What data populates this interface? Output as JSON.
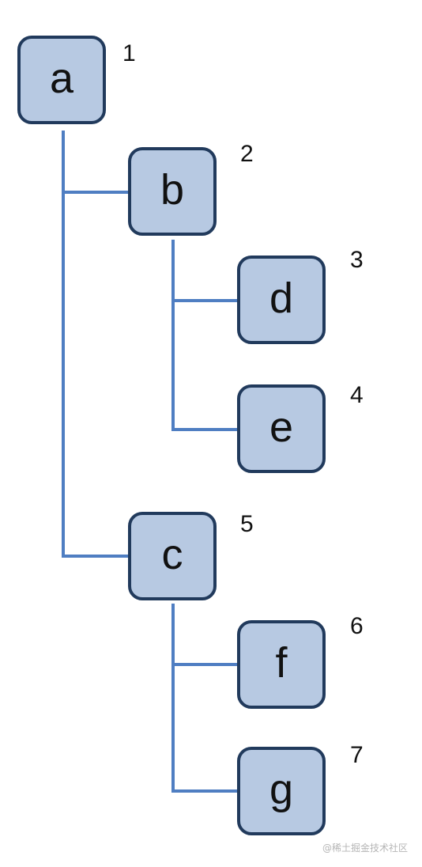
{
  "diagram": {
    "nodes": [
      {
        "id": "a",
        "label": "a",
        "order": "1"
      },
      {
        "id": "b",
        "label": "b",
        "order": "2"
      },
      {
        "id": "d",
        "label": "d",
        "order": "3"
      },
      {
        "id": "e",
        "label": "e",
        "order": "4"
      },
      {
        "id": "c",
        "label": "c",
        "order": "5"
      },
      {
        "id": "f",
        "label": "f",
        "order": "6"
      },
      {
        "id": "g",
        "label": "g",
        "order": "7"
      }
    ],
    "edges": [
      {
        "from": "a",
        "to": "b"
      },
      {
        "from": "b",
        "to": "d"
      },
      {
        "from": "b",
        "to": "e"
      },
      {
        "from": "a",
        "to": "c"
      },
      {
        "from": "c",
        "to": "f"
      },
      {
        "from": "c",
        "to": "g"
      }
    ],
    "colors": {
      "node_fill": "#b7c9e2",
      "node_border": "#213a5c",
      "connector": "#4f7ec2",
      "text": "#111111"
    }
  },
  "watermark": "@稀土掘金技术社区"
}
